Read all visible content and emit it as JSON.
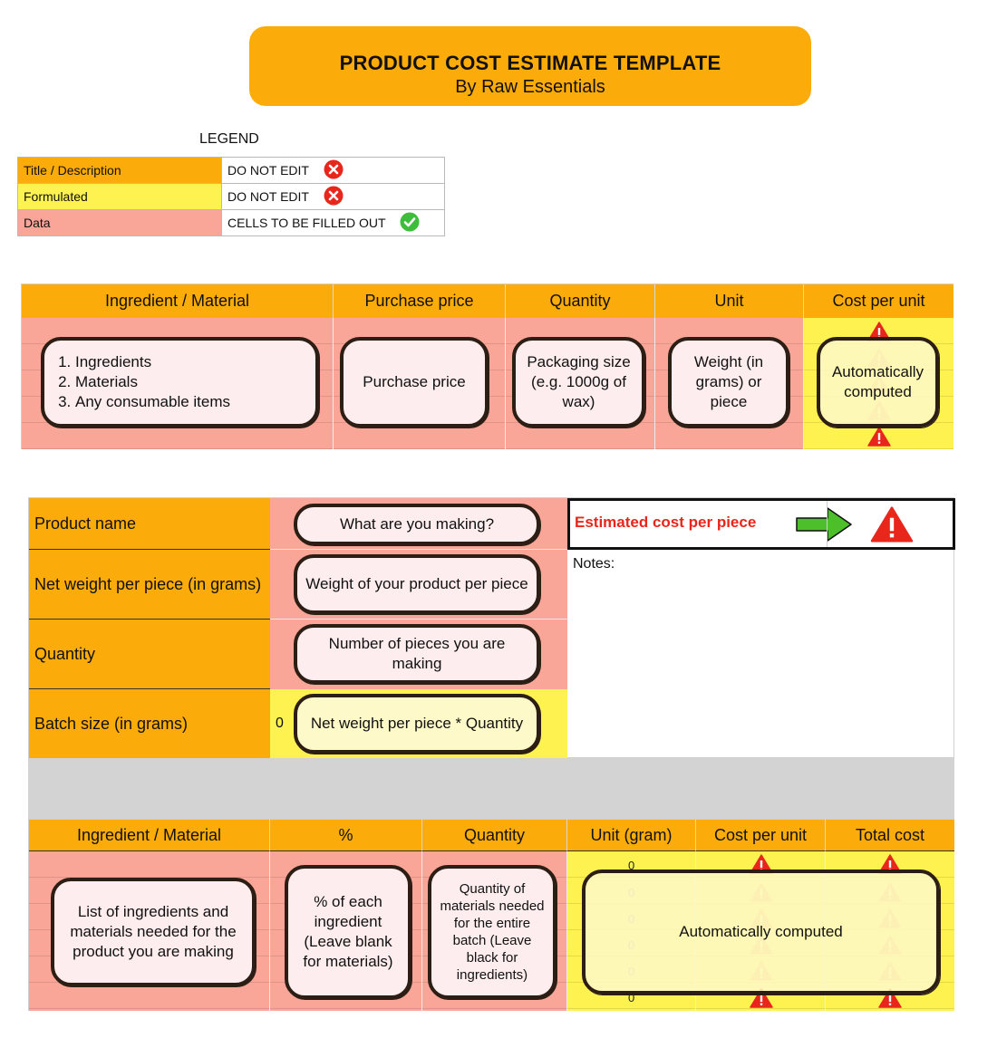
{
  "banner": {
    "title": "PRODUCT COST ESTIMATE TEMPLATE",
    "subtitle": "By Raw Essentials"
  },
  "legend": {
    "title": "LEGEND",
    "rows": [
      {
        "label": "Title / Description",
        "value": "DO NOT EDIT",
        "icon": "red-x-icon"
      },
      {
        "label": "Formulated",
        "value": "DO NOT EDIT",
        "icon": "red-x-icon"
      },
      {
        "label": "Data",
        "value": "CELLS TO BE FILLED OUT",
        "icon": "green-check-icon"
      }
    ]
  },
  "table1": {
    "headers": [
      "Ingredient / Material",
      "Purchase price",
      "Quantity",
      "Unit",
      "Cost per unit"
    ],
    "ingredient_list": [
      "Ingredients",
      "Materials",
      "Any consumable items"
    ],
    "purchase_price": "Purchase price",
    "quantity": "Packaging size (e.g. 1000g of wax)",
    "unit": "Weight (in grams) or piece",
    "cost_per_unit": "Automatically computed"
  },
  "product": {
    "labels": [
      "Product name",
      "Net weight per piece (in grams)",
      "Quantity",
      "Batch size (in grams)"
    ],
    "hints": [
      "What are you making?",
      "Weight of your product per piece",
      "Number of pieces you are making",
      "Net weight per piece * Quantity"
    ],
    "batch_value": "0",
    "estimated_label": "Estimated cost per piece",
    "notes_label": "Notes:"
  },
  "table2": {
    "headers": [
      "Ingredient / Material",
      "%",
      "Quantity",
      "Unit (gram)",
      "Cost per unit",
      "Total cost"
    ],
    "ingredient_hint": "List of ingredients and materials needed for the product you are making",
    "percent_hint": "% of each ingredient (Leave blank for materials)",
    "quantity_hint": "Quantity of materials needed for the entire batch (Leave black for ingredients)",
    "computed_hint": "Automatically computed",
    "unit_values": [
      "0",
      "0",
      "0",
      "0",
      "0",
      "0"
    ]
  },
  "colors": {
    "orange": "#FCAC0A",
    "yellow": "#FDF250",
    "pink": "#F9A598",
    "estimate_red": "#E8261B",
    "arrow_green": "#4DBF2A"
  }
}
